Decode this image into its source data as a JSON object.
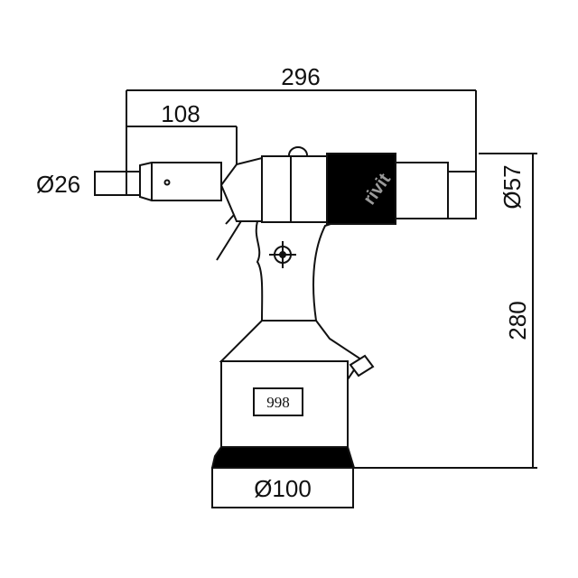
{
  "drawing": {
    "dimensions": {
      "overall_length": "296",
      "nozzle_length": "108",
      "nozzle_diameter": "Ø26",
      "body_diameter": "Ø57",
      "height": "280",
      "base_diameter": "Ø100"
    },
    "model_label": "998",
    "watermark": "rivit"
  },
  "colors": {
    "line": "#111111",
    "fill": "#ffffff",
    "band": "#000000"
  }
}
